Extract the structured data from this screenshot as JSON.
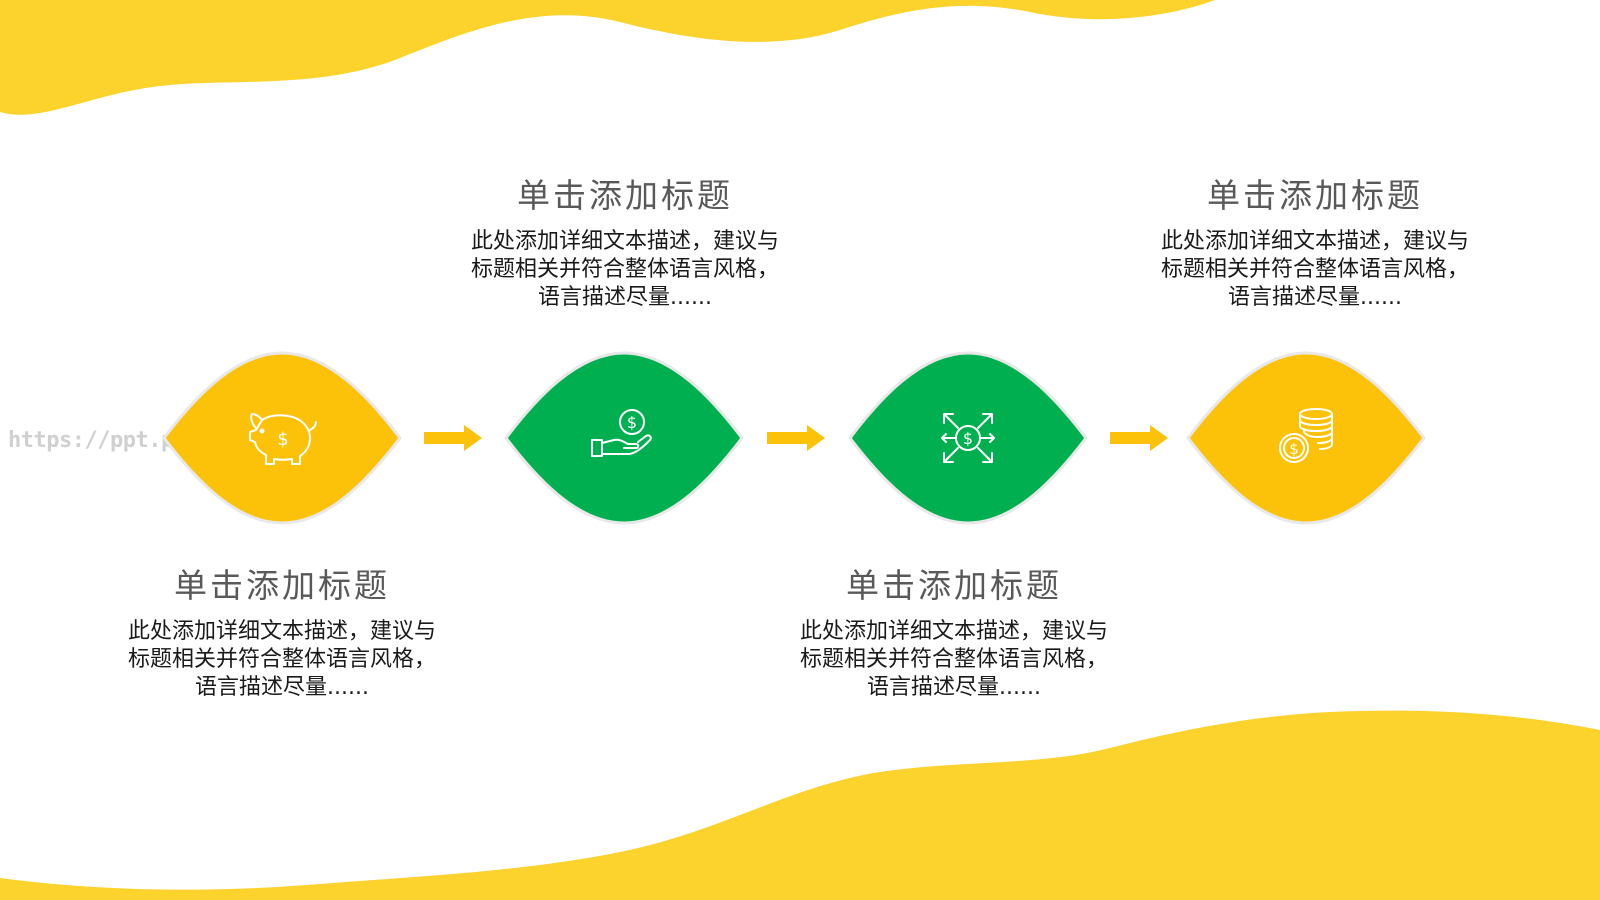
{
  "watermark": "https://ppt.pkll.de",
  "colors": {
    "yellow": "#fcc20a",
    "green": "#00b050",
    "wave": "#fcd22c",
    "arrow": "#fcc20a"
  },
  "steps": [
    {
      "color": "#fcc20a",
      "icon": "piggy-bank-icon",
      "title": "单击添加标题",
      "desc": "此处添加详细文本描述，建议与标题相关并符合整体语言风格，语言描述尽量......"
    },
    {
      "color": "#00b050",
      "icon": "hand-coin-icon",
      "title": "单击添加标题",
      "desc": "此处添加详细文本描述，建议与标题相关并符合整体语言风格，语言描述尽量......"
    },
    {
      "color": "#00b050",
      "icon": "dollar-arrows-icon",
      "title": "单击添加标题",
      "desc": "此处添加详细文本描述，建议与标题相关并符合整体语言风格，语言描述尽量......"
    },
    {
      "color": "#fcc20a",
      "icon": "coin-stack-icon",
      "title": "单击添加标题",
      "desc": "此处添加详细文本描述，建议与标题相关并符合整体语言风格，语言描述尽量......"
    }
  ]
}
